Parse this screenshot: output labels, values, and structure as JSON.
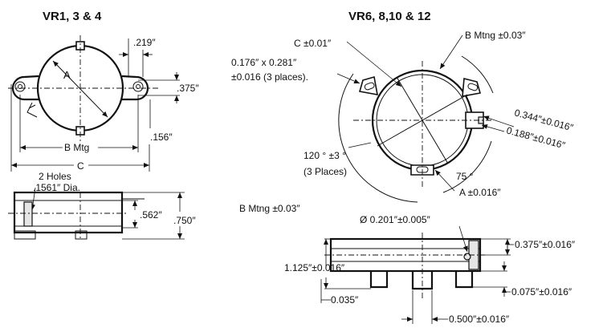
{
  "left": {
    "title": "VR1, 3 & 4",
    "dim_219": ".219″",
    "dim_375": ".375″",
    "label_a": "A",
    "dim_156": ".156″",
    "label_b_mtg": "B Mtg",
    "label_c": "C",
    "holes_line1": "2 Holes",
    "holes_line2": ".1561″ Dia.",
    "dim_562": ".562″",
    "dim_750": ".750″"
  },
  "right": {
    "title": "VR6, 8,10 & 12",
    "c_tol": "C ±0.01″",
    "b_mtng_tol": "B Mtng ±0.03″",
    "slot_line1": "0.176″ x 0.281″",
    "slot_line2": "±0.016 (3 places).",
    "dim_344": "0.344″±0.016″",
    "dim_188": "0.188″±0.016″",
    "angle_120_line1": "120 ° ±3 °",
    "angle_120_line2": "(3 Places)",
    "angle_75": "75 °",
    "a_tol": "A ±0.016″",
    "b_mtng_side": "B Mtng ±0.03″",
    "hole_dia": "Ø 0.201″±0.005″",
    "dim_375": "0.375″±0.016″",
    "dim_1125": "1.125″±0.016″",
    "dim_075": "0.075″±0.016″",
    "dim_035": "0.035″",
    "dim_500": "0.500″±0.016″"
  }
}
